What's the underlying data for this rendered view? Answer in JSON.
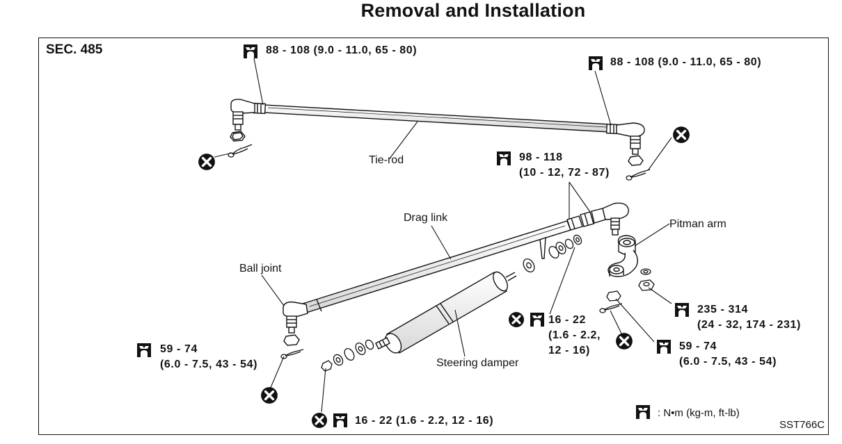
{
  "page": {
    "title": "Removal and Installation",
    "section": "SEC. 485",
    "figure_code": "SST766C"
  },
  "legend": {
    "text": ": N•m (kg-m, ft-lb)",
    "icon": "torque-wrench-icon"
  },
  "icons": {
    "torque": "torque-wrench-icon",
    "replace": "x-circle-icon"
  },
  "parts": {
    "tie_rod": "Tie-rod",
    "drag_link": "Drag link",
    "pitman_arm": "Pitman arm",
    "ball_joint": "Ball joint",
    "steering_damper": "Steering damper"
  },
  "torques": {
    "tie_rod_left": "88 - 108 (9.0 - 11.0, 65 - 80)",
    "tie_rod_right": "88 - 108 (9.0 - 11.0, 65 - 80)",
    "drag_link_end_1": "98 - 118",
    "drag_link_end_2": "(10 - 12, 72 - 87)",
    "pitman_nut_1": "235 - 314",
    "pitman_nut_2": "(24 - 32, 174 - 231)",
    "ball_joint_left_1": "59 - 74",
    "ball_joint_left_2": "(6.0 - 7.5, 43 - 54)",
    "ball_joint_right_1": "59 - 74",
    "ball_joint_right_2": "(6.0 - 7.5, 43 - 54)",
    "damper_mount_1": "16 - 22",
    "damper_mount_2": "(1.6 - 2.2,",
    "damper_mount_3": "12 - 16)",
    "damper_bottom": "16 - 22 (1.6 - 2.2, 12 - 16)"
  }
}
